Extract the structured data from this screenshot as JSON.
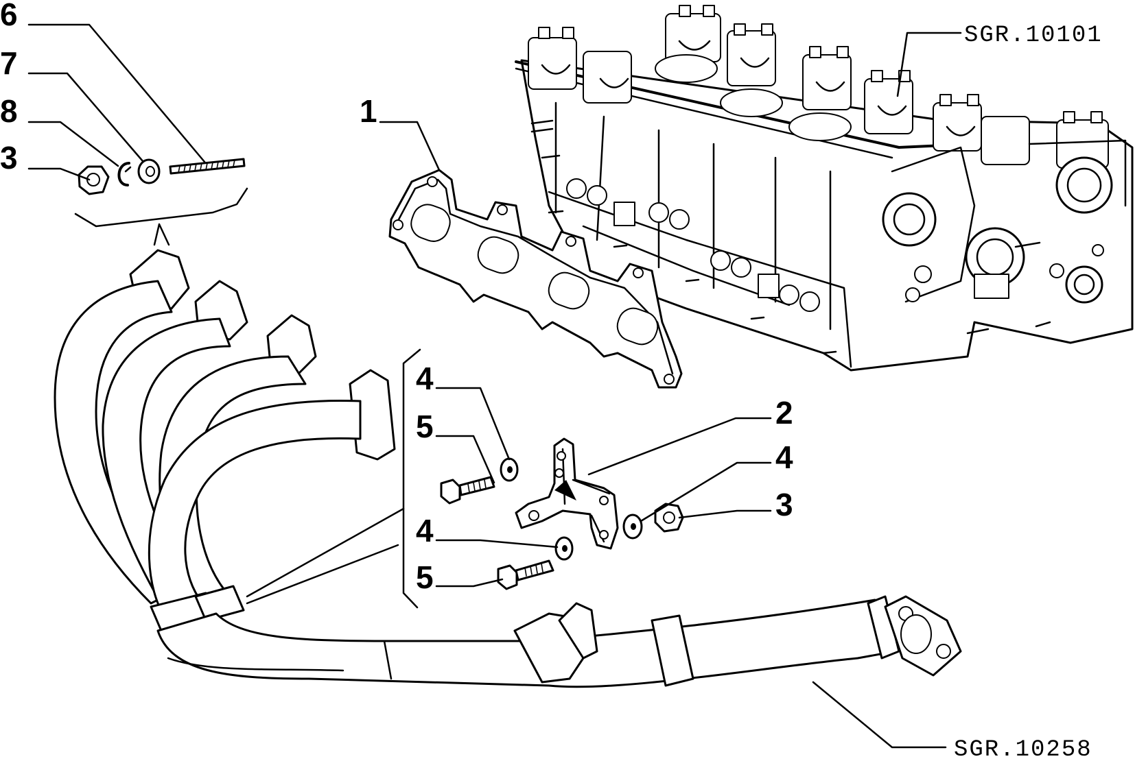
{
  "references": {
    "cylinder_head": "SGR.10101",
    "exhaust_manifold": "SGR.10258"
  },
  "callouts": {
    "c6": "6",
    "c7": "7",
    "c8": "8",
    "c3_top": "3",
    "c1": "1",
    "c2": "2",
    "c4_a": "4",
    "c5_a": "5",
    "c4_b": "4",
    "c3_right": "3",
    "c4_c": "4",
    "c5_b": "5"
  }
}
